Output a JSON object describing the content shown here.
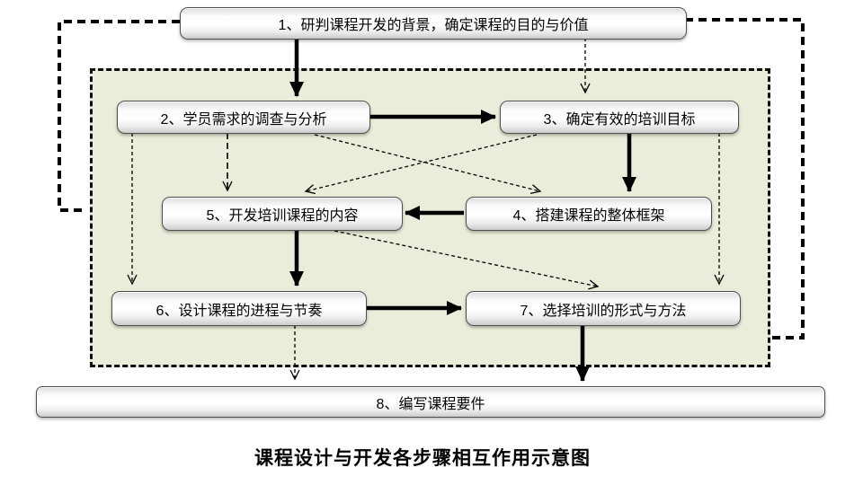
{
  "diagram": {
    "caption": "课程设计与开发各步骤相互作用示意图",
    "nodes": [
      {
        "id": "1",
        "label": "1、研判课程开发的背景，确定课程的目的与价值"
      },
      {
        "id": "2",
        "label": "2、学员需求的调查与分析"
      },
      {
        "id": "3",
        "label": "3、确定有效的培训目标"
      },
      {
        "id": "4",
        "label": "4、搭建课程的整体框架"
      },
      {
        "id": "5",
        "label": "5、开发培训课程的内容"
      },
      {
        "id": "6",
        "label": "6、设计课程的进程与节奏"
      },
      {
        "id": "7",
        "label": "7、选择培训的形式与方法"
      },
      {
        "id": "8",
        "label": "8、编写课程要件"
      }
    ],
    "edges": [
      {
        "from": "1",
        "to": "2",
        "style": "solid"
      },
      {
        "from": "2",
        "to": "3",
        "style": "solid"
      },
      {
        "from": "3",
        "to": "4",
        "style": "solid"
      },
      {
        "from": "4",
        "to": "5",
        "style": "solid"
      },
      {
        "from": "5",
        "to": "6",
        "style": "solid"
      },
      {
        "from": "6",
        "to": "7",
        "style": "solid"
      },
      {
        "from": "7",
        "to": "8",
        "style": "solid"
      },
      {
        "from": "1",
        "to": "3",
        "style": "dashed"
      },
      {
        "from": "2",
        "to": "5",
        "style": "dashed"
      },
      {
        "from": "2",
        "to": "6",
        "style": "dashed"
      },
      {
        "from": "2",
        "to": "4",
        "style": "dashed-diagonal"
      },
      {
        "from": "3",
        "to": "5",
        "style": "dashed-diagonal"
      },
      {
        "from": "3",
        "to": "7",
        "style": "dashed"
      },
      {
        "from": "5",
        "to": "7",
        "style": "dashed-diagonal"
      },
      {
        "from": "6",
        "to": "8",
        "style": "dashed"
      },
      {
        "from": "1",
        "to": "container-left-edge",
        "style": "dashed-thick-loop"
      },
      {
        "from": "1",
        "to": "container-right-edge",
        "style": "dashed-thick-loop"
      }
    ],
    "colors": {
      "container_fill": "#e9edd9",
      "line": "#000000",
      "box_border": "#4e4e4e",
      "background": "#ffffff"
    }
  }
}
